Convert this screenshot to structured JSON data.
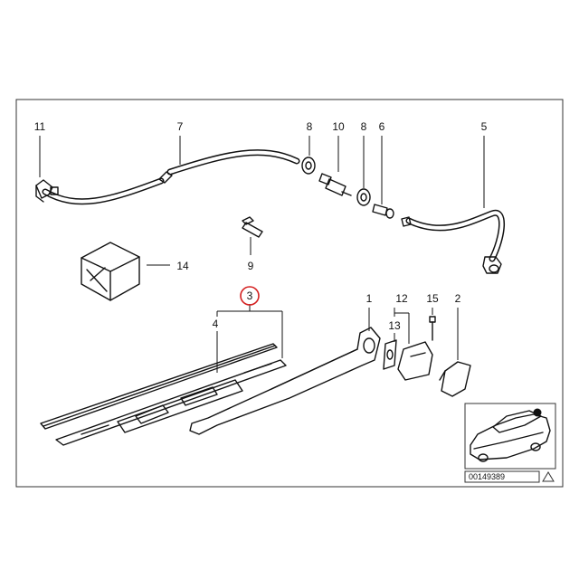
{
  "diagram": {
    "part_numbers": {
      "p1": "1",
      "p2": "2",
      "p3": "3",
      "p4": "4",
      "p5": "5",
      "p6": "6",
      "p7": "7",
      "p8a": "8",
      "p8b": "8",
      "p9": "9",
      "p10": "10",
      "p11": "11",
      "p12": "12",
      "p13": "13",
      "p14": "14",
      "p15": "15"
    },
    "highlighted_part": "3",
    "highlight_color": "#d42020",
    "diagram_code": "00149389",
    "car_marker_color": "#111111"
  }
}
